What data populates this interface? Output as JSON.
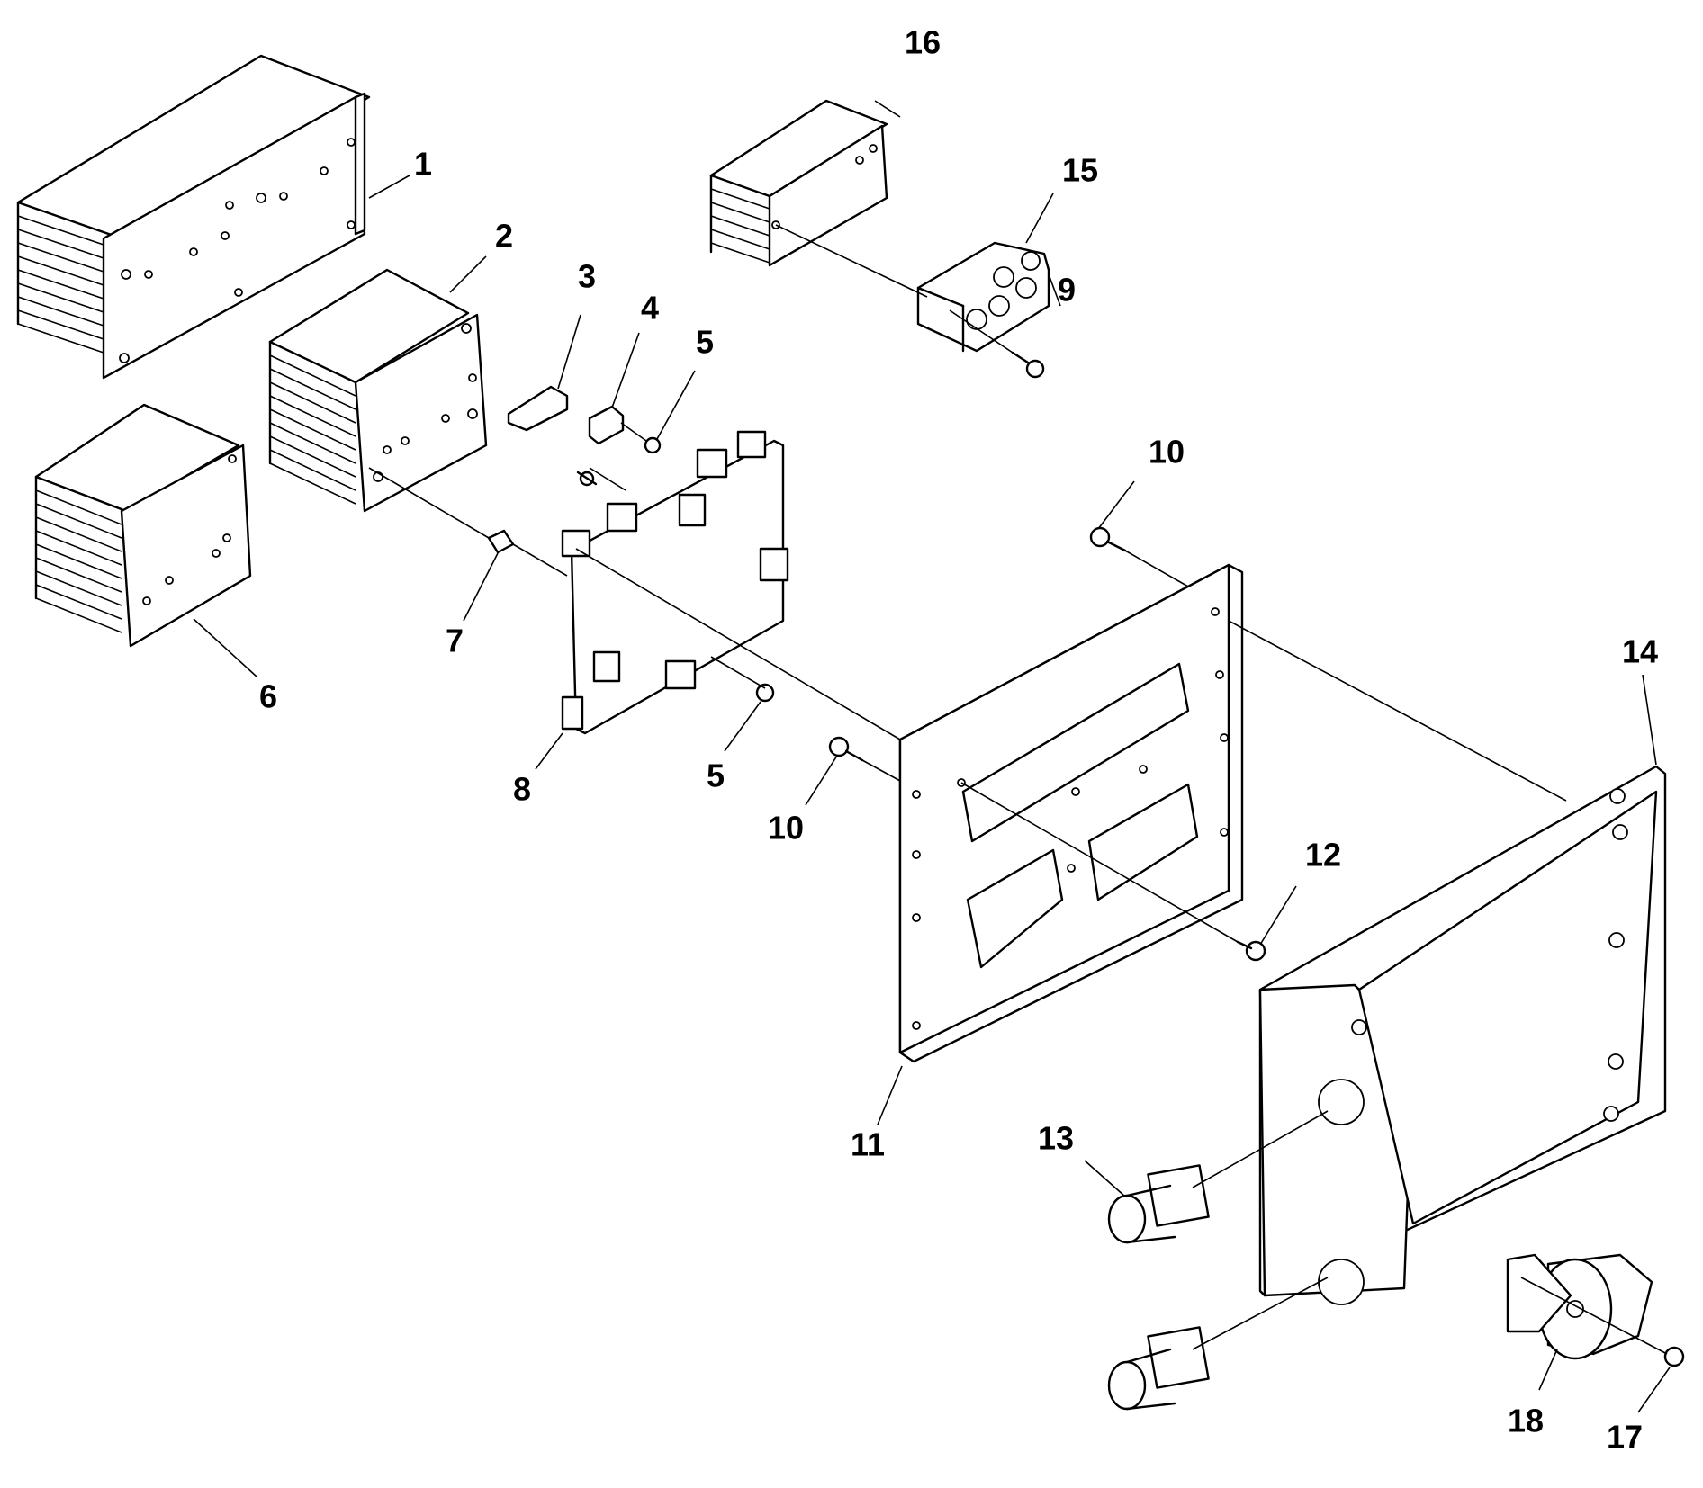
{
  "callouts": {
    "c1": "1",
    "c2": "2",
    "c3": "3",
    "c4": "4",
    "c5a": "5",
    "c5b": "5",
    "c6": "6",
    "c7": "7",
    "c8": "8",
    "c9": "9",
    "c10a": "10",
    "c10b": "10",
    "c11": "11",
    "c12": "12",
    "c13": "13",
    "c14": "14",
    "c15": "15",
    "c16": "16",
    "c17": "17",
    "c18": "18"
  },
  "colors": {
    "line": "#000000",
    "background": "#ffffff"
  }
}
